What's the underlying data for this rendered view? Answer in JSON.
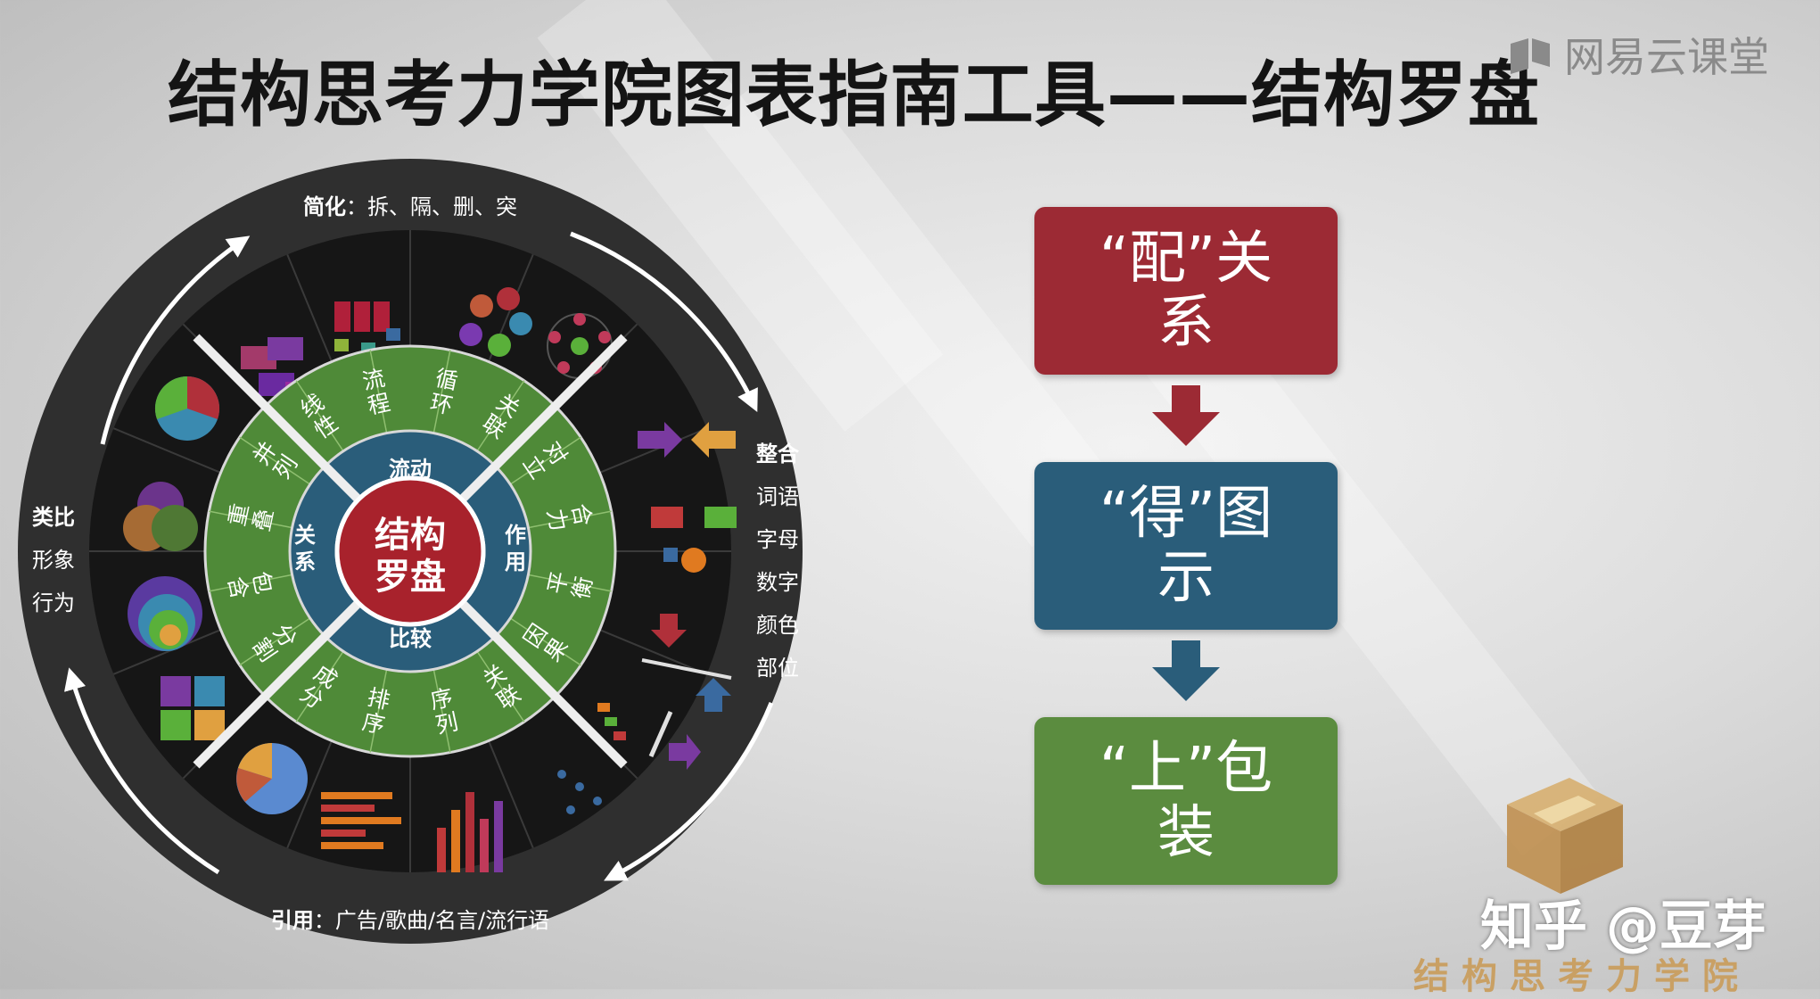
{
  "title": "结构思考力学院图表指南工具——结构罗盘",
  "brand": {
    "name": "网易云课堂",
    "color": "#8a8a8a"
  },
  "compass": {
    "center": [
      "结构",
      "罗盘"
    ],
    "quadrants": {
      "top": "流动",
      "right": "作用",
      "bottom": "比较",
      "left": "关系"
    },
    "ring_items": [
      {
        "text": "线性",
        "angle": 326
      },
      {
        "text": "流程",
        "angle": 348
      },
      {
        "text": "循环",
        "angle": 12
      },
      {
        "text": "关联",
        "angle": 34
      },
      {
        "text": "对立",
        "angle": 56
      },
      {
        "text": "合力",
        "angle": 78
      },
      {
        "text": "平衡",
        "angle": 102
      },
      {
        "text": "因果",
        "angle": 124
      },
      {
        "text": "关联",
        "angle": 146
      },
      {
        "text": "序列",
        "angle": 168
      },
      {
        "text": "排序",
        "angle": 192
      },
      {
        "text": "成分",
        "angle": 214
      },
      {
        "text": "分割",
        "angle": 236
      },
      {
        "text": "包含",
        "angle": 258
      },
      {
        "text": "重叠",
        "angle": 282
      },
      {
        "text": "并列",
        "angle": 304
      }
    ],
    "outer_top": {
      "label": "简化",
      "items": "拆、隔、删、突"
    },
    "outer_bottom": {
      "label": "引用",
      "items": "广告/歌曲/名言/流行语"
    },
    "outer_right": {
      "label": "整合",
      "items": [
        "词语",
        "字母",
        "数字",
        "颜色",
        "部位"
      ]
    },
    "outer_left": {
      "label": "类比",
      "items": [
        "形象",
        "行为"
      ]
    },
    "colors": {
      "center": "#a8222c",
      "quadrant": "#2a5d7a",
      "ring": "#4f8a38",
      "outer": "#2f2f2f",
      "chart_ring": "#151515"
    }
  },
  "steps": [
    {
      "line1": "“配”关",
      "line2": "系",
      "color": "#9c2a34"
    },
    {
      "line1": "“得”图",
      "line2": "示",
      "color": "#2a5d7a"
    },
    {
      "line1": "“上”包",
      "line2": "装",
      "color": "#5b8c3f"
    }
  ],
  "arrow_colors": [
    "#9c2a34",
    "#2a5d7a"
  ],
  "watermark": {
    "platform": "知乎 @豆芽",
    "academy": "结构思考力学院"
  }
}
